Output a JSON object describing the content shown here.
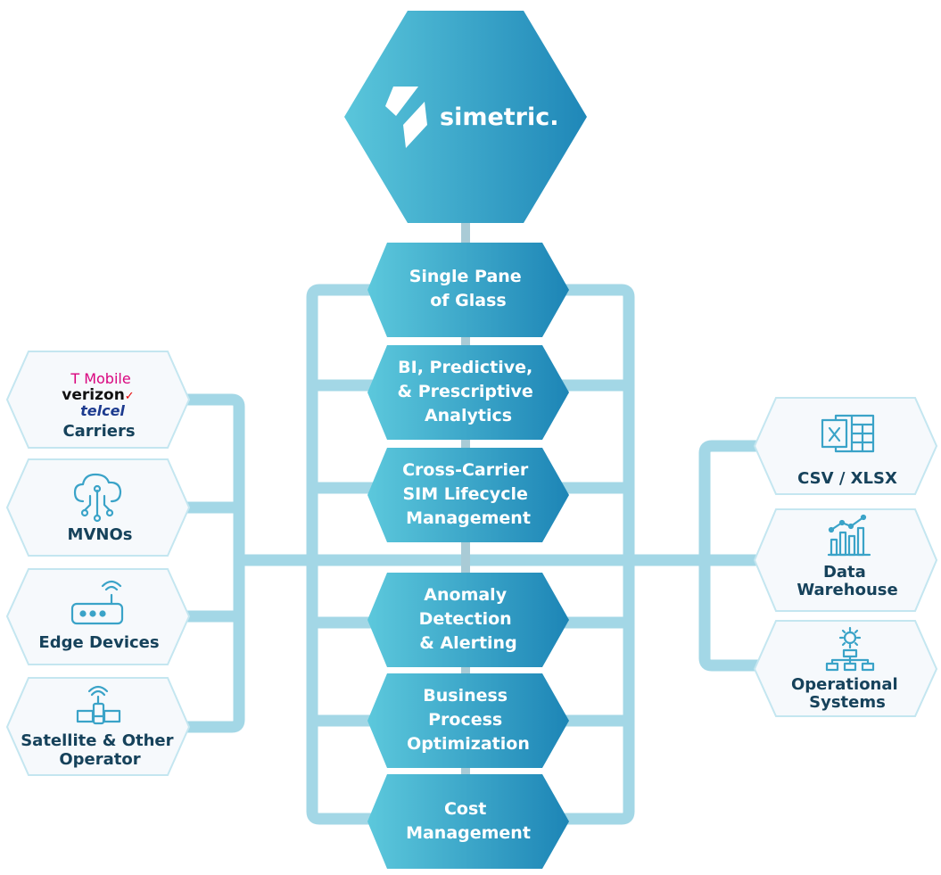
{
  "brand": {
    "name": "simetric.",
    "logo_icon": "simetric-bolt-logo"
  },
  "features": [
    {
      "lines": [
        "Single Pane",
        "of Glass"
      ]
    },
    {
      "lines": [
        "BI, Predictive,",
        "& Prescriptive",
        "Analytics"
      ]
    },
    {
      "lines": [
        "Cross-Carrier",
        "SIM Lifecycle",
        "Management"
      ]
    },
    {
      "lines": [
        "Anomaly",
        "Detection",
        "& Alerting"
      ]
    },
    {
      "lines": [
        "Business",
        "Process",
        "Optimization"
      ]
    },
    {
      "lines": [
        "Cost",
        "Management"
      ]
    }
  ],
  "sources": [
    {
      "lines": [
        "Carriers"
      ],
      "icon": "carrier-logos",
      "logos": {
        "tmobile": "T Mobile",
        "verizon": "verizon",
        "verizon_check": "✓",
        "telcel": "telcel"
      }
    },
    {
      "lines": [
        "MVNOs"
      ],
      "icon": "cloud-network-icon"
    },
    {
      "lines": [
        "Edge Devices"
      ],
      "icon": "router-icon"
    },
    {
      "lines": [
        "Satellite & Other",
        "Operator"
      ],
      "icon": "satellite-icon"
    }
  ],
  "outputs": [
    {
      "lines": [
        "CSV / XLSX"
      ],
      "icon": "spreadsheet-icon"
    },
    {
      "lines": [
        "Data",
        "Warehouse"
      ],
      "icon": "bar-chart-icon"
    },
    {
      "lines": [
        "Operational",
        "Systems"
      ],
      "icon": "gear-org-chart-icon"
    }
  ],
  "colors": {
    "hex_gradient_start": "#5cc8dc",
    "hex_gradient_end": "#1d85b6",
    "connector": "#a3d7e6",
    "side_text": "#16425b",
    "icon": "#3aa3c8",
    "tmobile": "#d9047e",
    "verizon": "#111111",
    "verizon_check": "#e60000",
    "telcel": "#1d3b8f"
  }
}
